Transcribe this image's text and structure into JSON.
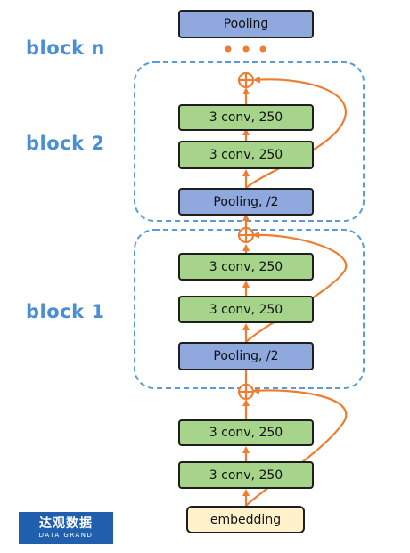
{
  "top_pooling": "Pooling",
  "ellipsis_dots": "• • •",
  "block_labels": {
    "n": "block n",
    "two": "block 2",
    "one": "block 1"
  },
  "block2": {
    "conv_top": "3 conv, 250",
    "conv_bottom": "3 conv, 250",
    "pooling": "Pooling, /2"
  },
  "block1": {
    "conv_top": "3 conv, 250",
    "conv_bottom": "3 conv, 250",
    "pooling": "Pooling, /2"
  },
  "stem": {
    "conv_top": "3 conv, 250",
    "conv_bottom": "3 conv, 250"
  },
  "embedding": "embedding",
  "logo": {
    "chinese": "达观数据",
    "english": "DATA GRAND"
  },
  "colors": {
    "pooling": "#8fa8de",
    "conv": "#a6d48a",
    "embedding": "#fff1c9",
    "arrow": "#ed7d31",
    "block_outline": "#4a8fd6",
    "label": "#4a8fd6",
    "logo_bg": "#1f5fae"
  }
}
